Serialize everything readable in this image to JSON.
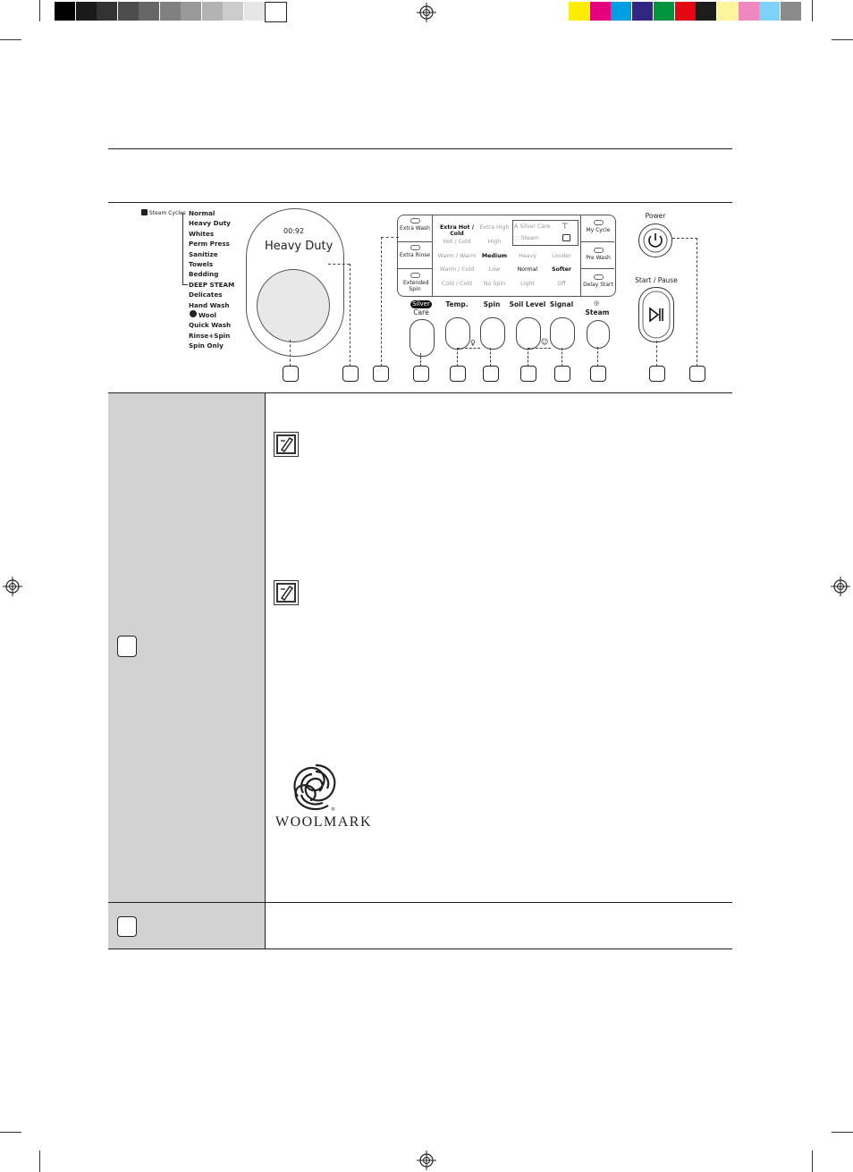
{
  "color_bar": {
    "grays": [
      "#000000",
      "#1a1a1a",
      "#333333",
      "#4d4d4d",
      "#666666",
      "#808080",
      "#999999",
      "#b3b3b3",
      "#cccccc",
      "#e6e6e6",
      "#ffffff"
    ],
    "colors": [
      "#ffec00",
      "#e6007e",
      "#009fe3",
      "#312783",
      "#009640",
      "#e30613",
      "#1d1d1b",
      "#fff59b",
      "#f088c0",
      "#7dd3f7",
      "#8a8a8a"
    ]
  },
  "panel": {
    "steam_cycles_label": "Steam Cycles",
    "programs": [
      "Normal",
      "Heavy Duty",
      "Whites",
      "Perm Press",
      "Sanitize",
      "Towels",
      "Bedding",
      "DEEP STEAM",
      "Delicates",
      "Hand Wash",
      "Wool",
      "Quick Wash",
      "Rinse+Spin",
      "Spin Only"
    ],
    "display_time": "00:92",
    "display_cycle": "Heavy Duty",
    "left_options": [
      "Extra Wash",
      "Extra Rinse",
      "Extended Spin"
    ],
    "right_options": [
      "My Cycle",
      "Pre Wash",
      "Delay Start"
    ],
    "temp_rows": [
      "Extra Hot / Cold",
      "Hot / Cold",
      "Warm / Warm",
      "Warm / Cold",
      "Cold / Cold"
    ],
    "spin_rows": [
      "Extra High",
      "High",
      "Medium",
      "Low",
      "No Spin"
    ],
    "soil_rows": [
      "Heavy",
      "Normal",
      "Light"
    ],
    "signal_rows": [
      "Louder",
      "Softer",
      "Off"
    ],
    "status_silver": "Silver Care",
    "status_steam": "Steam",
    "knobs": {
      "silver_badge": "Silver",
      "silver_care": "Care",
      "temp": "Temp.",
      "spin": "Spin",
      "soil": "Soil Level",
      "signal": "Signal",
      "steam": "Steam"
    },
    "power_label": "Power",
    "start_label": "Start / Pause"
  },
  "woolmark": {
    "text": "WOOLMARK",
    "registered": "®"
  }
}
